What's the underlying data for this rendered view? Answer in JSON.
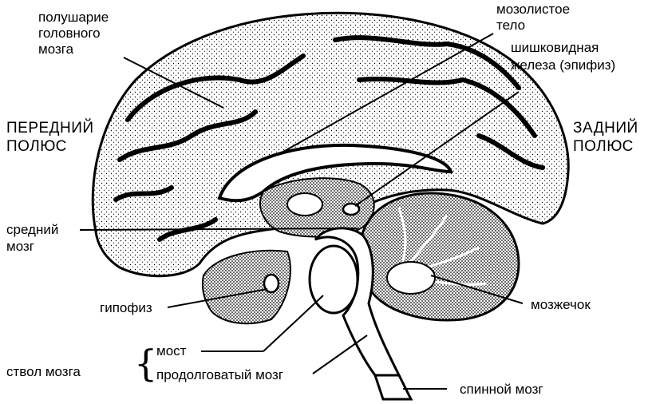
{
  "labels": {
    "hemisphere": [
      "полушарие",
      "головного",
      "мозга"
    ],
    "corpus_callosum": [
      "мозолистое",
      "тело"
    ],
    "pineal": [
      "шишковидная",
      "железа (эпифиз)"
    ],
    "front_pole": [
      "ПЕРЕДНИЙ",
      "ПОЛЮС"
    ],
    "back_pole": [
      "ЗАДНИЙ",
      "ПОЛЮС"
    ],
    "midbrain": [
      "средний",
      "мозг"
    ],
    "pituitary": "гипофиз",
    "cerebellum": "мозжечок",
    "brainstem": "ствол мозга",
    "pons": "мост",
    "medulla": "продолговатый мозг",
    "spinal_cord": "спинной мозг"
  }
}
